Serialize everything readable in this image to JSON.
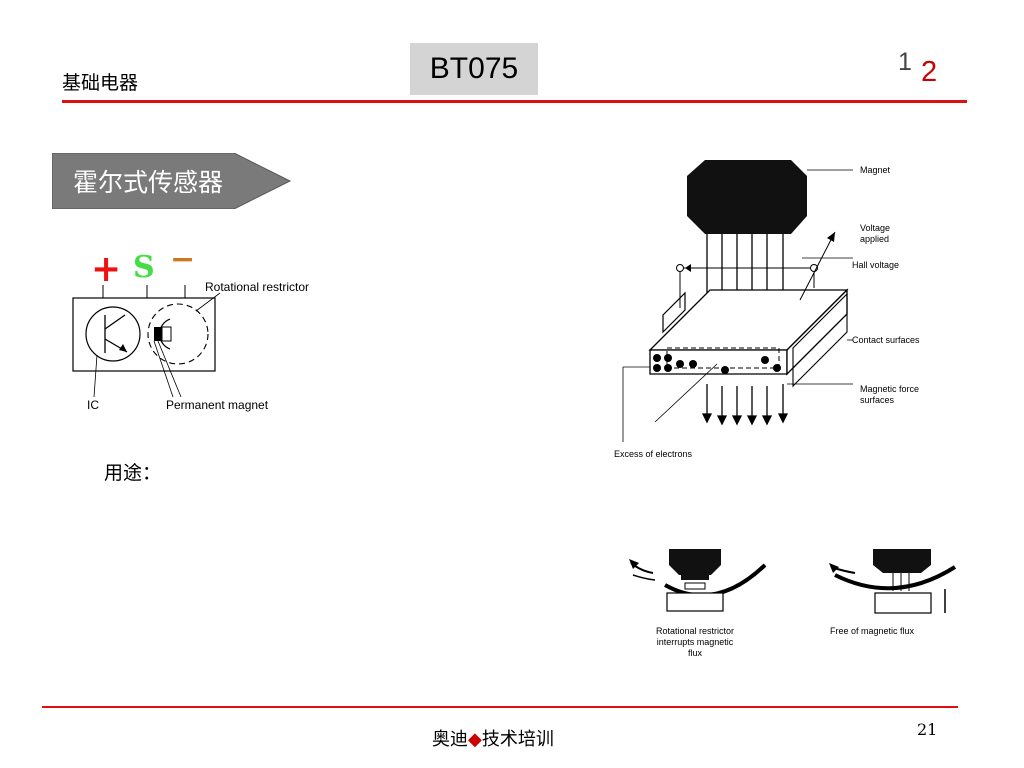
{
  "header": {
    "section_title": "基础电器",
    "course_code": "BT075",
    "page_indicator_a": "1",
    "page_indicator_b": "2"
  },
  "title_banner": {
    "text": "霍尔式传感器"
  },
  "symbol_diagram": {
    "plus": "+",
    "s": "S",
    "minus": "−",
    "rotational_restrictor": "Rotational restrictor",
    "ic": "IC",
    "permanent_magnet": "Permanent magnet"
  },
  "usage_label": "用途：",
  "hall_diagram": {
    "magnet": "Magnet",
    "voltage_applied_1": "Voltage",
    "voltage_applied_2": "applied",
    "hall_voltage": "Hall voltage",
    "contact_surfaces": "Contact surfaces",
    "magnetic_force_1": "Magnetic force",
    "magnetic_force_2": "surfaces",
    "excess_electrons": "Excess of electrons"
  },
  "bottom_diagram": {
    "caption_left_1": "Rotational restrictor",
    "caption_left_2": "interrupts magnetic",
    "caption_left_3": "flux",
    "caption_right": "Free of magnetic flux"
  },
  "footer": {
    "org_left": "奥迪",
    "diamond": "◆",
    "org_right": "技术培训",
    "page_number": "21"
  },
  "colors": {
    "accent_red": "#dd1111",
    "banner_gray": "#7a7a7a",
    "code_box_gray": "#d4d4d4"
  }
}
